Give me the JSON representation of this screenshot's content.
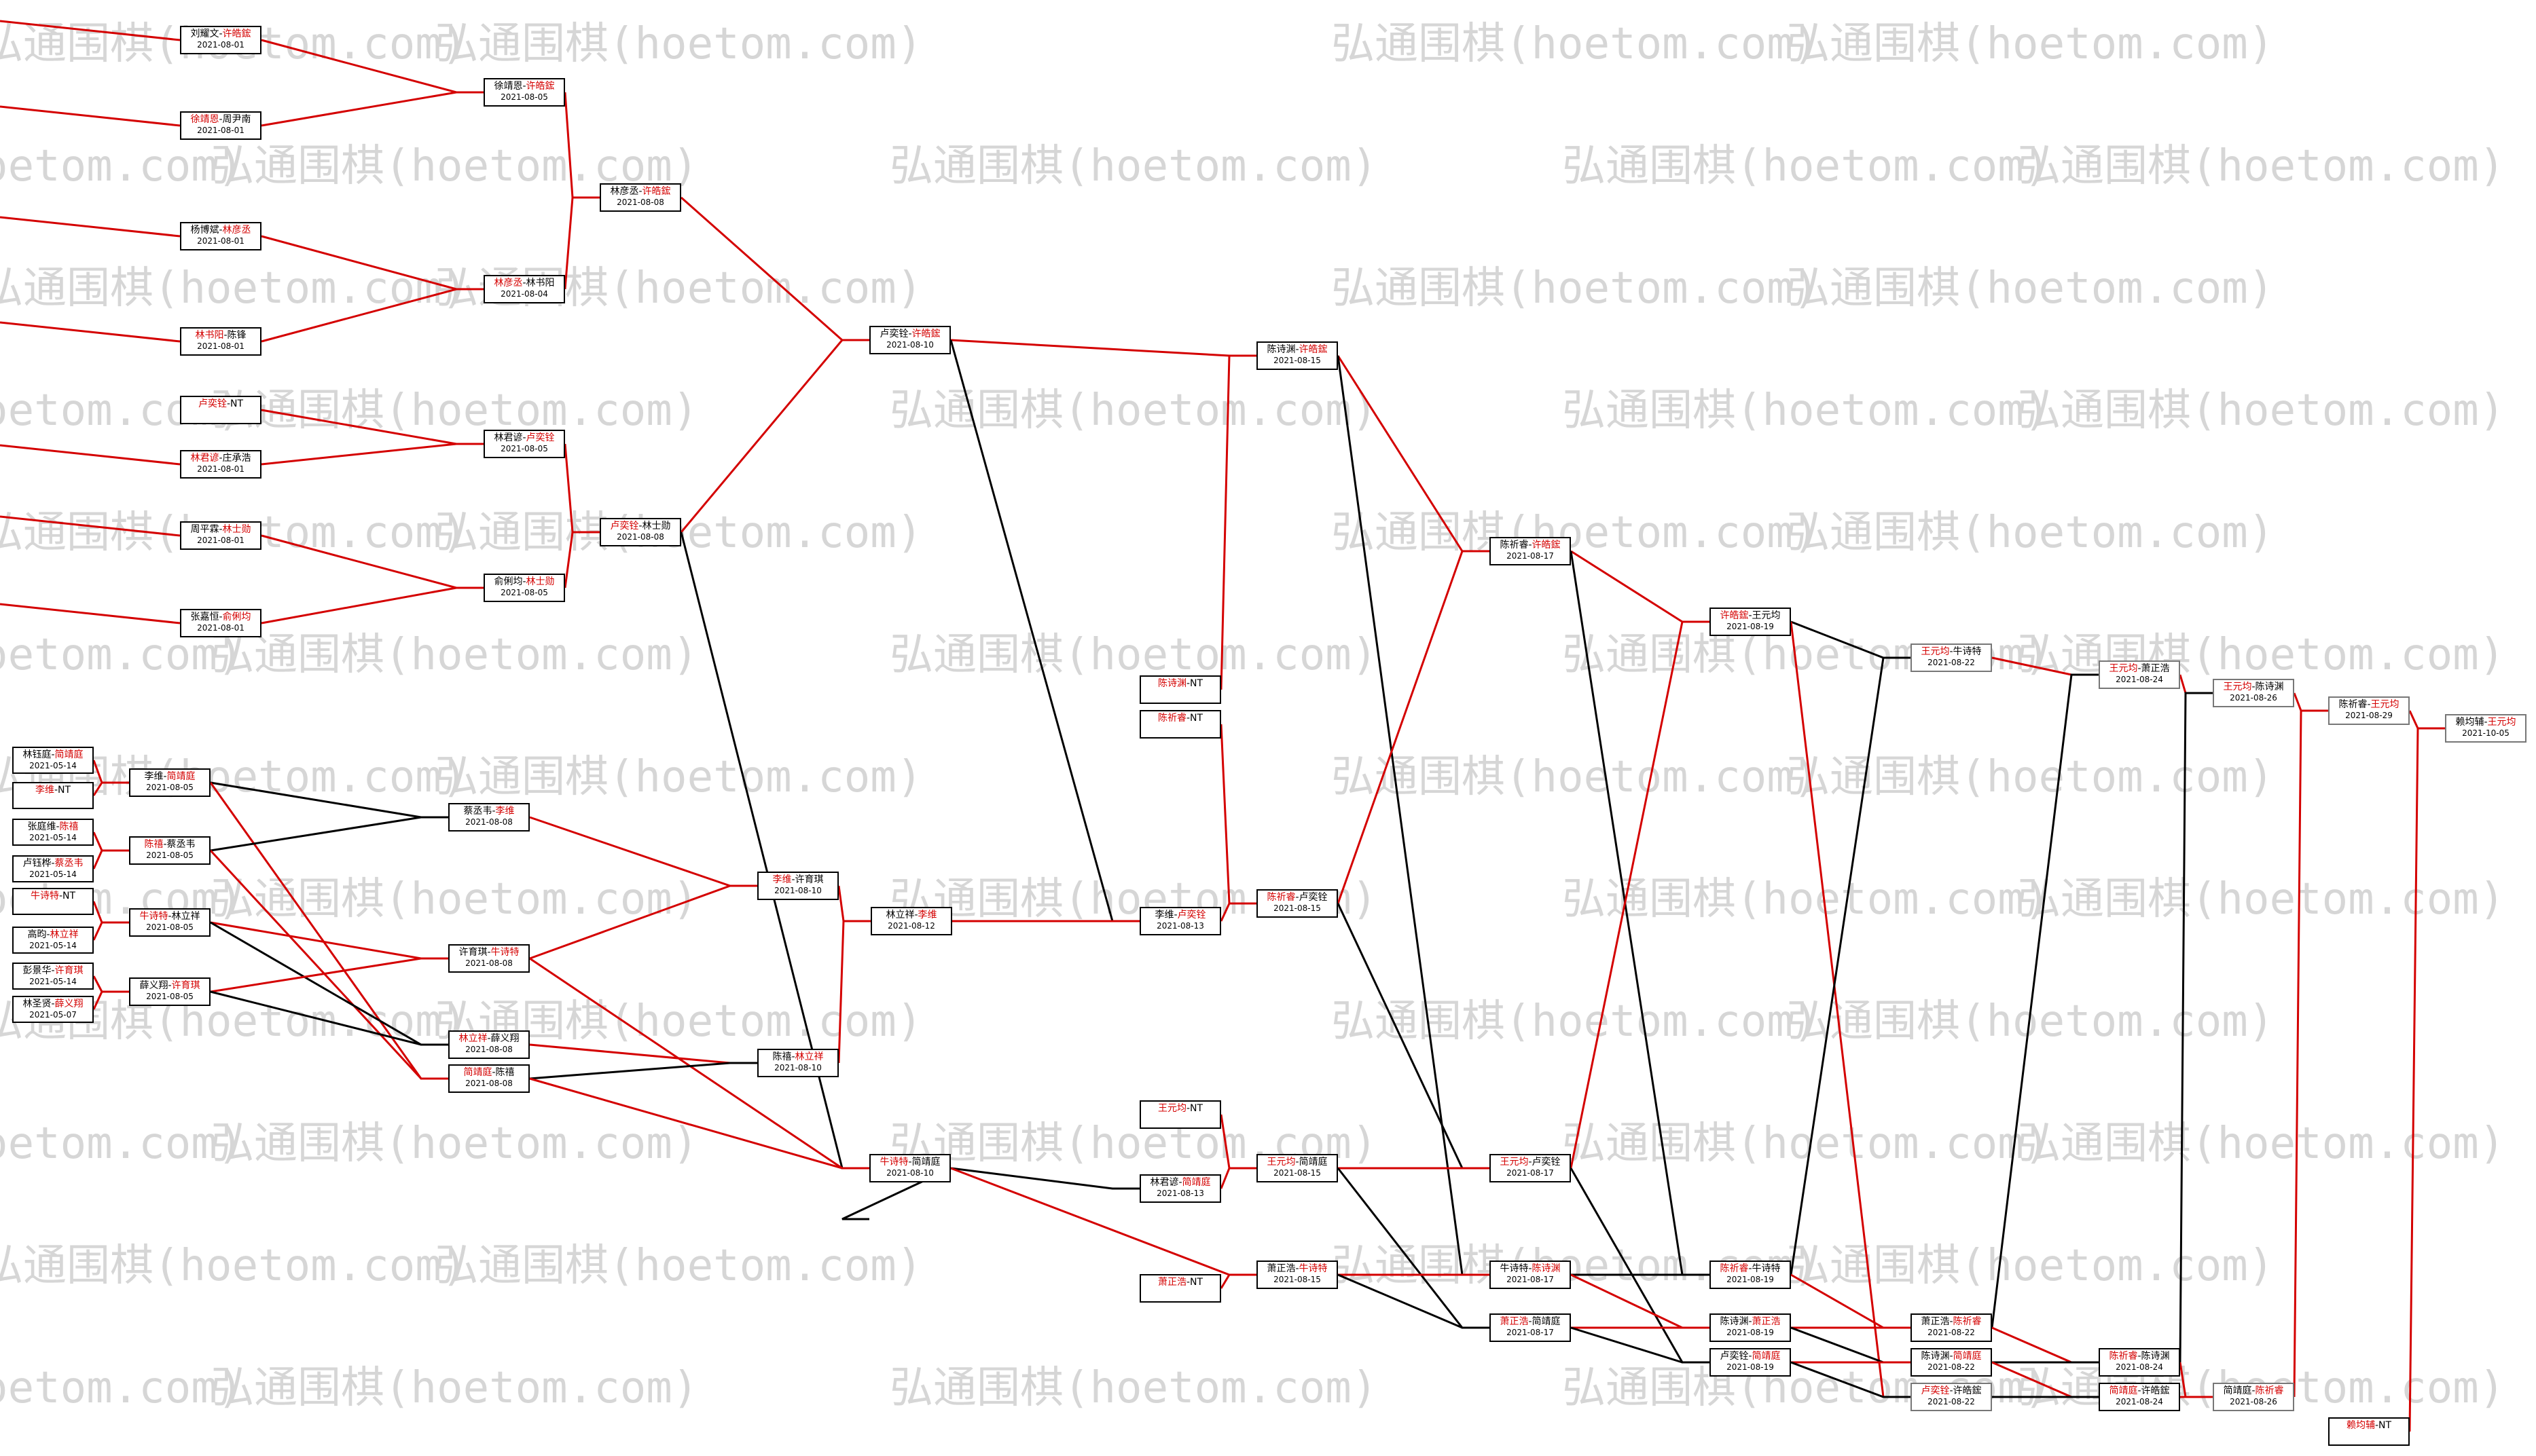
{
  "watermark": "弘通围棋(hoetom.com)",
  "colors": {
    "red": "#d40000",
    "black": "#000000",
    "border": "#000000"
  },
  "games": [
    {
      "id": "r1_1",
      "p1": "刘耀文",
      "p2": "许皓鋐",
      "winner": 2,
      "date": "2021-08-01"
    },
    {
      "id": "r1_2",
      "p1": "徐靖恩",
      "p2": "周尹南",
      "winner": 1,
      "date": "2021-08-01"
    },
    {
      "id": "r1_3",
      "p1": "杨博斌",
      "p2": "林彦丞",
      "winner": 2,
      "date": "2021-08-01"
    },
    {
      "id": "r1_4",
      "p1": "林书阳",
      "p2": "陈锋",
      "winner": 1,
      "date": "2021-08-01"
    },
    {
      "id": "r1_5",
      "p1": "卢奕铨",
      "p2": "NT",
      "winner": 1,
      "date": ""
    },
    {
      "id": "r1_6",
      "p1": "林君谚",
      "p2": "庄承浩",
      "winner": 1,
      "date": "2021-08-01"
    },
    {
      "id": "r1_7",
      "p1": "周平霖",
      "p2": "林士勋",
      "winner": 2,
      "date": "2021-08-01"
    },
    {
      "id": "r1_8",
      "p1": "张嘉恒",
      "p2": "俞俐均",
      "winner": 2,
      "date": "2021-08-01"
    },
    {
      "id": "r2_1",
      "p1": "徐靖恩",
      "p2": "许皓鋐",
      "winner": 2,
      "date": "2021-08-05"
    },
    {
      "id": "r2_2",
      "p1": "林彦丞",
      "p2": "林书阳",
      "winner": 1,
      "date": "2021-08-04"
    },
    {
      "id": "r2_3",
      "p1": "林君谚",
      "p2": "卢奕铨",
      "winner": 2,
      "date": "2021-08-05"
    },
    {
      "id": "r2_4",
      "p1": "俞俐均",
      "p2": "林士勋",
      "winner": 2,
      "date": "2021-08-05"
    },
    {
      "id": "r3_1",
      "p1": "林彦丞",
      "p2": "许皓鋐",
      "winner": 2,
      "date": "2021-08-08"
    },
    {
      "id": "r3_2",
      "p1": "卢奕铨",
      "p2": "林士勋",
      "winner": 1,
      "date": "2021-08-08"
    },
    {
      "id": "r4_1",
      "p1": "卢奕铨",
      "p2": "许皓鋐",
      "winner": 2,
      "date": "2021-08-10"
    },
    {
      "id": "l_a1",
      "p1": "林钰庭",
      "p2": "简靖庭",
      "winner": 2,
      "date": "2021-05-14"
    },
    {
      "id": "l_a2",
      "p1": "李维",
      "p2": "NT",
      "winner": 1,
      "date": ""
    },
    {
      "id": "l_a3",
      "p1": "张庭维",
      "p2": "陈禧",
      "winner": 2,
      "date": "2021-05-14"
    },
    {
      "id": "l_a4",
      "p1": "卢钰桦",
      "p2": "蔡丞韦",
      "winner": 2,
      "date": "2021-05-14"
    },
    {
      "id": "l_a5",
      "p1": "牛诗特",
      "p2": "NT",
      "winner": 1,
      "date": ""
    },
    {
      "id": "l_a6",
      "p1": "高昀",
      "p2": "林立祥",
      "winner": 2,
      "date": "2021-05-14"
    },
    {
      "id": "l_a7",
      "p1": "彭景华",
      "p2": "许育琪",
      "winner": 2,
      "date": "2021-05-14"
    },
    {
      "id": "l_a8",
      "p1": "林圣贤",
      "p2": "薛义翔",
      "winner": 2,
      "date": "2021-05-07"
    },
    {
      "id": "l_b1",
      "p1": "李维",
      "p2": "简靖庭",
      "winner": 2,
      "date": "2021-08-05"
    },
    {
      "id": "l_b2",
      "p1": "陈禧",
      "p2": "蔡丞韦",
      "winner": 1,
      "date": "2021-08-05"
    },
    {
      "id": "l_b3",
      "p1": "牛诗特",
      "p2": "林立祥",
      "winner": 1,
      "date": "2021-08-05"
    },
    {
      "id": "l_b4",
      "p1": "薛义翔",
      "p2": "许育琪",
      "winner": 2,
      "date": "2021-08-05"
    },
    {
      "id": "l_c1",
      "p1": "蔡丞韦",
      "p2": "李维",
      "winner": 2,
      "date": "2021-08-08"
    },
    {
      "id": "l_c2",
      "p1": "许育琪",
      "p2": "牛诗特",
      "winner": 2,
      "date": "2021-08-08"
    },
    {
      "id": "l_c3",
      "p1": "林立祥",
      "p2": "薛义翔",
      "winner": 1,
      "date": "2021-08-08"
    },
    {
      "id": "l_c4",
      "p1": "简靖庭",
      "p2": "陈禧",
      "winner": 1,
      "date": "2021-08-08"
    },
    {
      "id": "l_d1",
      "p1": "李维",
      "p2": "许育琪",
      "winner": 1,
      "date": "2021-08-10"
    },
    {
      "id": "l_d2",
      "p1": "陈禧",
      "p2": "林立祥",
      "winner": 2,
      "date": "2021-08-10"
    },
    {
      "id": "l_e1",
      "p1": "林立祥",
      "p2": "李维",
      "winner": 2,
      "date": "2021-08-12"
    },
    {
      "id": "l_e2",
      "p1": "牛诗特",
      "p2": "简靖庭",
      "winner": 1,
      "date": "2021-08-10"
    },
    {
      "id": "m_1",
      "p1": "陈诗渊",
      "p2": "NT",
      "winner": 1,
      "date": ""
    },
    {
      "id": "m_2",
      "p1": "陈祈睿",
      "p2": "NT",
      "winner": 1,
      "date": ""
    },
    {
      "id": "m_3",
      "p1": "王元均",
      "p2": "NT",
      "winner": 1,
      "date": ""
    },
    {
      "id": "m_4",
      "p1": "萧正浩",
      "p2": "NT",
      "winner": 1,
      "date": ""
    },
    {
      "id": "q_1",
      "p1": "陈诗渊",
      "p2": "许皓鋐",
      "winner": 2,
      "date": "2021-08-15"
    },
    {
      "id": "q_2",
      "p1": "李维",
      "p2": "卢奕铨",
      "winner": 2,
      "date": "2021-08-13"
    },
    {
      "id": "q_3",
      "p1": "陈祈睿",
      "p2": "卢奕铨",
      "winner": 1,
      "date": "2021-08-15"
    },
    {
      "id": "q_4",
      "p1": "林君谚",
      "p2": "简靖庭",
      "winner": 2,
      "date": "2021-08-13"
    },
    {
      "id": "q_5",
      "p1": "王元均",
      "p2": "简靖庭",
      "winner": 1,
      "date": "2021-08-15"
    },
    {
      "id": "q_6",
      "p1": "萧正浩",
      "p2": "牛诗特",
      "winner": 2,
      "date": "2021-08-15"
    },
    {
      "id": "s_1",
      "p1": "陈祈睿",
      "p2": "许皓鋐",
      "winner": 2,
      "date": "2021-08-17"
    },
    {
      "id": "s_2",
      "p1": "王元均",
      "p2": "卢奕铨",
      "winner": 1,
      "date": "2021-08-17"
    },
    {
      "id": "s_3",
      "p1": "牛诗特",
      "p2": "陈诗渊",
      "winner": 2,
      "date": "2021-08-17"
    },
    {
      "id": "s_4",
      "p1": "萧正浩",
      "p2": "简靖庭",
      "winner": 1,
      "date": "2021-08-17"
    },
    {
      "id": "t_1",
      "p1": "许皓鋐",
      "p2": "王元均",
      "winner": 1,
      "date": "2021-08-19"
    },
    {
      "id": "t_2",
      "p1": "陈祈睿",
      "p2": "牛诗特",
      "winner": 1,
      "date": "2021-08-19"
    },
    {
      "id": "t_3",
      "p1": "陈诗渊",
      "p2": "萧正浩",
      "winner": 2,
      "date": "2021-08-19"
    },
    {
      "id": "t_4",
      "p1": "卢奕铨",
      "p2": "简靖庭",
      "winner": 2,
      "date": "2021-08-19"
    },
    {
      "id": "u_1",
      "p1": "王元均",
      "p2": "牛诗特",
      "winner": 1,
      "date": "2021-08-22"
    },
    {
      "id": "u_2",
      "p1": "萧正浩",
      "p2": "陈祈睿",
      "winner": 2,
      "date": "2021-08-22"
    },
    {
      "id": "u_3",
      "p1": "陈诗渊",
      "p2": "简靖庭",
      "winner": 2,
      "date": "2021-08-22"
    },
    {
      "id": "u_4",
      "p1": "卢奕铨",
      "p2": "许皓鋐",
      "winner": 1,
      "date": "2021-08-22"
    },
    {
      "id": "v_1",
      "p1": "王元均",
      "p2": "萧正浩",
      "winner": 1,
      "date": "2021-08-24"
    },
    {
      "id": "v_2",
      "p1": "陈祈睿",
      "p2": "陈诗渊",
      "winner": 1,
      "date": "2021-08-24"
    },
    {
      "id": "v_3",
      "p1": "简靖庭",
      "p2": "许皓鋐",
      "winner": 1,
      "date": "2021-08-24"
    },
    {
      "id": "w_1",
      "p1": "王元均",
      "p2": "陈诗渊",
      "winner": 1,
      "date": "2021-08-26"
    },
    {
      "id": "w_2",
      "p1": "简靖庭",
      "p2": "陈祈睿",
      "winner": 2,
      "date": "2021-08-26"
    },
    {
      "id": "x_1",
      "p1": "陈祈睿",
      "p2": "王元均",
      "winner": 2,
      "date": "2021-08-29"
    },
    {
      "id": "f_1",
      "p1": "赖均辅",
      "p2": "王元均",
      "winner": 2,
      "date": "2021-10-05"
    },
    {
      "id": "f_2",
      "p1": "赖均辅",
      "p2": "NT",
      "winner": 1,
      "date": ""
    }
  ],
  "connections": [
    {
      "from": "r1_1",
      "to": "r2_1",
      "color": "red"
    },
    {
      "from": "r1_2",
      "to": "r2_1",
      "color": "red"
    },
    {
      "from": "r1_3",
      "to": "r2_2",
      "color": "red"
    },
    {
      "from": "r1_4",
      "to": "r2_2",
      "color": "red"
    },
    {
      "from": "r1_5",
      "to": "r2_3",
      "color": "red"
    },
    {
      "from": "r1_6",
      "to": "r2_3",
      "color": "red"
    },
    {
      "from": "r1_7",
      "to": "r2_4",
      "color": "red"
    },
    {
      "from": "r1_8",
      "to": "r2_4",
      "color": "red"
    },
    {
      "from": "r2_1",
      "to": "r3_1",
      "color": "red"
    },
    {
      "from": "r2_2",
      "to": "r3_1",
      "color": "red"
    },
    {
      "from": "r2_3",
      "to": "r3_2",
      "color": "red"
    },
    {
      "from": "r2_4",
      "to": "r3_2",
      "color": "red"
    },
    {
      "from": "r3_1",
      "to": "r4_1",
      "color": "red"
    },
    {
      "from": "r3_2",
      "to": "r4_1",
      "color": "red"
    },
    {
      "from": "r3_2",
      "to": "l_e2",
      "color": "black"
    },
    {
      "from": "r4_1",
      "to": "q_1",
      "color": "red"
    },
    {
      "from": "r4_1",
      "to": "q_2",
      "color": "black"
    },
    {
      "from": "l_a1",
      "to": "l_b1",
      "color": "red"
    },
    {
      "from": "l_a2",
      "to": "l_b1",
      "color": "red"
    },
    {
      "from": "l_a3",
      "to": "l_b2",
      "color": "red"
    },
    {
      "from": "l_a4",
      "to": "l_b2",
      "color": "red"
    },
    {
      "from": "l_a5",
      "to": "l_b3",
      "color": "red"
    },
    {
      "from": "l_a6",
      "to": "l_b3",
      "color": "red"
    },
    {
      "from": "l_a7",
      "to": "l_b4",
      "color": "red"
    },
    {
      "from": "l_a8",
      "to": "l_b4",
      "color": "red"
    },
    {
      "from": "l_b1",
      "to": "l_c1",
      "color": "black"
    },
    {
      "from": "l_b1",
      "to": "l_c4",
      "color": "red"
    },
    {
      "from": "l_b2",
      "to": "l_c1",
      "color": "black"
    },
    {
      "from": "l_b2",
      "to": "l_c4",
      "color": "red"
    },
    {
      "from": "l_b3",
      "to": "l_c2",
      "color": "red"
    },
    {
      "from": "l_b3",
      "to": "l_c3",
      "color": "black"
    },
    {
      "from": "l_b4",
      "to": "l_c2",
      "color": "red"
    },
    {
      "from": "l_b4",
      "to": "l_c3",
      "color": "black"
    },
    {
      "from": "l_c1",
      "to": "l_d1",
      "color": "red"
    },
    {
      "from": "l_c2",
      "to": "l_d1",
      "color": "red"
    },
    {
      "from": "l_c2",
      "to": "l_e2",
      "color": "red"
    },
    {
      "from": "l_c3",
      "to": "l_d2",
      "color": "red"
    },
    {
      "from": "l_c4",
      "to": "l_d2",
      "color": "black"
    },
    {
      "from": "l_c4",
      "to": "l_e2",
      "color": "red"
    },
    {
      "from": "l_d1",
      "to": "l_e1",
      "color": "red"
    },
    {
      "from": "l_d2",
      "to": "l_e1",
      "color": "red"
    },
    {
      "from": "l_e1",
      "to": "q_2",
      "color": "red"
    },
    {
      "from": "l_e2",
      "to": "q_4",
      "color": "black"
    },
    {
      "from": "l_e2",
      "to": "q_6",
      "color": "red"
    },
    {
      "from": "l_e2",
      "to": "l_e2b",
      "color": "black"
    },
    {
      "from": "m_1",
      "to": "q_1",
      "color": "red"
    },
    {
      "from": "m_2",
      "to": "q_3",
      "color": "red"
    },
    {
      "from": "m_3",
      "to": "q_5",
      "color": "red"
    },
    {
      "from": "m_4",
      "to": "q_6",
      "color": "red"
    },
    {
      "from": "q_1",
      "to": "s_1",
      "color": "red"
    },
    {
      "from": "q_1",
      "to": "s_3",
      "color": "black"
    },
    {
      "from": "q_2",
      "to": "q_3",
      "color": "red"
    },
    {
      "from": "q_3",
      "to": "s_1",
      "color": "red"
    },
    {
      "from": "q_3",
      "to": "s_2",
      "color": "black"
    },
    {
      "from": "q_4",
      "to": "q_5",
      "color": "red"
    },
    {
      "from": "q_5",
      "to": "s_2",
      "color": "red"
    },
    {
      "from": "q_5",
      "to": "s_4",
      "color": "black"
    },
    {
      "from": "q_6",
      "to": "s_3",
      "color": "red"
    },
    {
      "from": "q_6",
      "to": "s_4",
      "color": "black"
    },
    {
      "from": "s_1",
      "to": "t_1",
      "color": "red"
    },
    {
      "from": "s_1",
      "to": "t_2",
      "color": "black"
    },
    {
      "from": "s_2",
      "to": "t_1",
      "color": "red"
    },
    {
      "from": "s_2",
      "to": "t_4",
      "color": "black"
    },
    {
      "from": "s_3",
      "to": "t_2",
      "color": "black"
    },
    {
      "from": "s_3",
      "to": "t_3",
      "color": "red"
    },
    {
      "from": "s_4",
      "to": "t_3",
      "color": "red"
    },
    {
      "from": "s_4",
      "to": "t_4",
      "color": "black"
    },
    {
      "from": "t_1",
      "to": "u_1",
      "color": "black"
    },
    {
      "from": "t_1",
      "to": "u_4",
      "color": "red"
    },
    {
      "from": "t_2",
      "to": "u_1",
      "color": "black"
    },
    {
      "from": "t_2",
      "to": "u_2",
      "color": "red"
    },
    {
      "from": "t_3",
      "to": "u_2",
      "color": "red"
    },
    {
      "from": "t_3",
      "to": "u_3",
      "color": "black"
    },
    {
      "from": "t_4",
      "to": "u_3",
      "color": "red"
    },
    {
      "from": "t_4",
      "to": "u_4",
      "color": "black"
    },
    {
      "from": "u_1",
      "to": "v_1",
      "color": "red"
    },
    {
      "from": "u_2",
      "to": "v_1",
      "color": "black"
    },
    {
      "from": "u_2",
      "to": "v_2",
      "color": "red"
    },
    {
      "from": "u_3",
      "to": "v_2",
      "color": "black"
    },
    {
      "from": "u_3",
      "to": "v_3",
      "color": "red"
    },
    {
      "from": "u_4",
      "to": "v_3",
      "color": "black"
    },
    {
      "from": "v_1",
      "to": "w_1",
      "color": "red"
    },
    {
      "from": "v_2",
      "to": "w_1",
      "color": "black"
    },
    {
      "from": "v_2",
      "to": "w_2",
      "color": "red"
    },
    {
      "from": "v_3",
      "to": "w_2",
      "color": "red"
    },
    {
      "from": "w_1",
      "to": "x_1",
      "color": "red"
    },
    {
      "from": "w_2",
      "to": "x_1",
      "color": "red"
    },
    {
      "from": "x_1",
      "to": "f_1",
      "color": "red"
    },
    {
      "from": "f_2",
      "to": "f_1",
      "color": "red"
    }
  ]
}
